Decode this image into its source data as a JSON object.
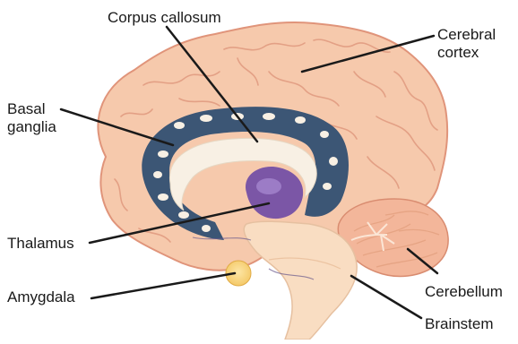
{
  "diagram": {
    "labels": {
      "corpus_callosum": "Corpus callosum",
      "cerebral_cortex_line1": "Cerebral",
      "cerebral_cortex_line2": "cortex",
      "basal_ganglia_line1": "Basal",
      "basal_ganglia_line2": "ganglia",
      "thalamus": "Thalamus",
      "amygdala": "Amygdala",
      "cerebellum": "Cerebellum",
      "brainstem": "Brainstem"
    },
    "colors": {
      "cortex_fill": "#f6c9ac",
      "cortex_stroke": "#e0947a",
      "ventricle_fill": "#3c5675",
      "callosum_fill": "#f8f0e4",
      "thalamus_fill": "#7b56a6",
      "amygdala_fill": "#f4c968",
      "brainstem_fill": "#f9ddc2",
      "cerebellum_fill": "#f3b69a",
      "leader_line": "#1a1a1a"
    }
  }
}
